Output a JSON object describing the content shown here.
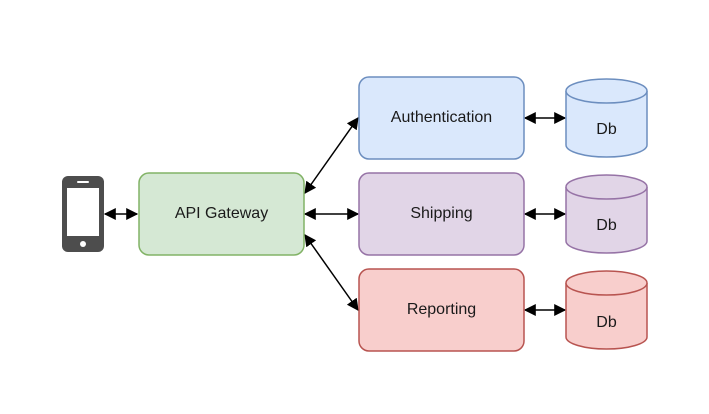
{
  "diagram": {
    "client": {
      "icon": "smartphone-icon",
      "color": "#4d4d4d"
    },
    "gateway": {
      "label": "API Gateway",
      "fill": "#d5e8d4",
      "stroke": "#82b366"
    },
    "services": [
      {
        "label": "Authentication",
        "fill": "#dae8fc",
        "stroke": "#6c8ebf"
      },
      {
        "label": "Shipping",
        "fill": "#e1d5e7",
        "stroke": "#9673a6"
      },
      {
        "label": "Reporting",
        "fill": "#f8cecc",
        "stroke": "#b85450"
      }
    ],
    "databases": [
      {
        "label": "Db",
        "fill": "#dae8fc",
        "stroke": "#6c8ebf"
      },
      {
        "label": "Db",
        "fill": "#e1d5e7",
        "stroke": "#9673a6"
      },
      {
        "label": "Db",
        "fill": "#f8cecc",
        "stroke": "#b85450"
      }
    ],
    "edges": [
      {
        "from": "client",
        "to": "gateway",
        "direction": "both"
      },
      {
        "from": "gateway",
        "to": "services.0",
        "direction": "both"
      },
      {
        "from": "gateway",
        "to": "services.1",
        "direction": "both"
      },
      {
        "from": "gateway",
        "to": "services.2",
        "direction": "both"
      },
      {
        "from": "services.0",
        "to": "databases.0",
        "direction": "both"
      },
      {
        "from": "services.1",
        "to": "databases.1",
        "direction": "both"
      },
      {
        "from": "services.2",
        "to": "databases.2",
        "direction": "both"
      }
    ]
  }
}
